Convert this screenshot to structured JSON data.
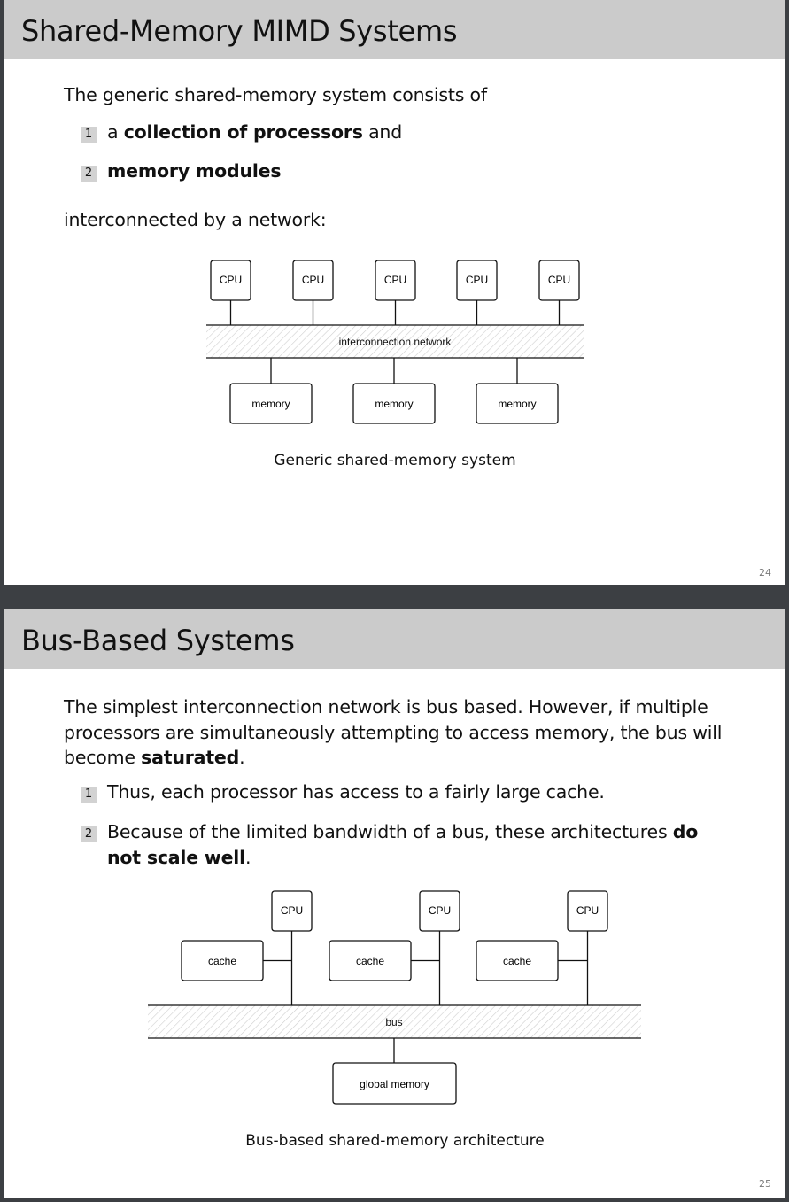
{
  "slide1": {
    "title": "Shared-Memory MIMD Systems",
    "intro": "The generic shared-memory system consists of",
    "item1_num": "1",
    "item1_pre": "a ",
    "item1_bold": "collection of processors",
    "item1_post": " and",
    "item2_num": "2",
    "item2_bold": "memory modules",
    "outro": "interconnected by a network:",
    "diagram": {
      "cpu_label": "CPU",
      "network_label": "interconnection network",
      "memory_label": "memory"
    },
    "caption": "Generic shared-memory system",
    "page_number": "24"
  },
  "slide2": {
    "title": "Bus-Based Systems",
    "para_line1": "The simplest interconnection network is bus based. However, if multiple",
    "para_line2": "processors are simultaneously attempting to access memory, the bus will",
    "para_line3_pre": "become ",
    "para_line3_bold": "saturated",
    "para_line3_post": ".",
    "item1_num": "1",
    "item1": "Thus, each processor has access to a fairly large cache.",
    "item2_num": "2",
    "item2_line1_pre": "Because of the limited bandwidth of a bus, these architectures ",
    "item2_line1_bold": "do",
    "item2_line2_bold": "not scale well",
    "item2_line2_post": ".",
    "diagram": {
      "cpu_label": "CPU",
      "cache_label": "cache",
      "bus_label": "bus",
      "memory_label": "global memory"
    },
    "caption": "Bus-based shared-memory architecture",
    "page_number": "25"
  }
}
